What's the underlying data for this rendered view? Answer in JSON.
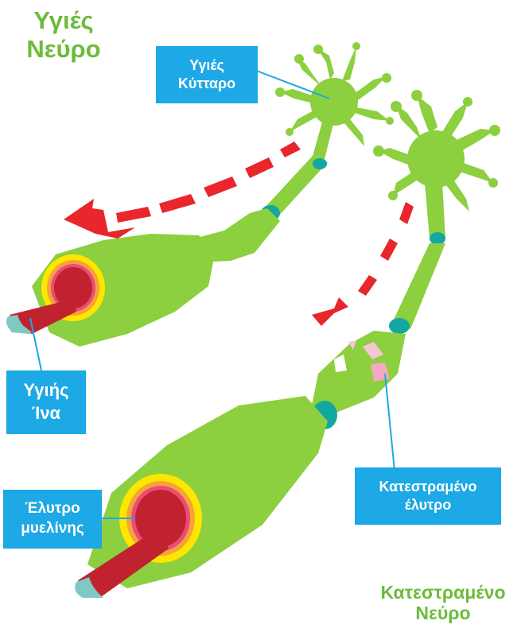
{
  "titles": {
    "healthy": {
      "line1": "Υγιές",
      "line2": "Νεύρο"
    },
    "damaged": {
      "line1": "Κατεστραμένο",
      "line2": "Νεύρο"
    }
  },
  "labels": {
    "healthy_cell": {
      "line1": "Υγιές",
      "line2": "Κύτταρο"
    },
    "healthy_fiber": {
      "line1": "Υγιής",
      "line2": "Ίνα"
    },
    "myelin_sheath": {
      "line1": "Έλυτρο",
      "line2": "μυελίνης"
    },
    "damaged_sheath": {
      "line1": "Κατεστραμένο",
      "line2": "έλυτρο"
    }
  },
  "colors": {
    "nerve_green": "#8ccf3f",
    "node_teal": "#12a7a0",
    "signal_red": "#e8262b",
    "label_blue": "#1da8e6",
    "title_green": "#6dbb3a"
  }
}
